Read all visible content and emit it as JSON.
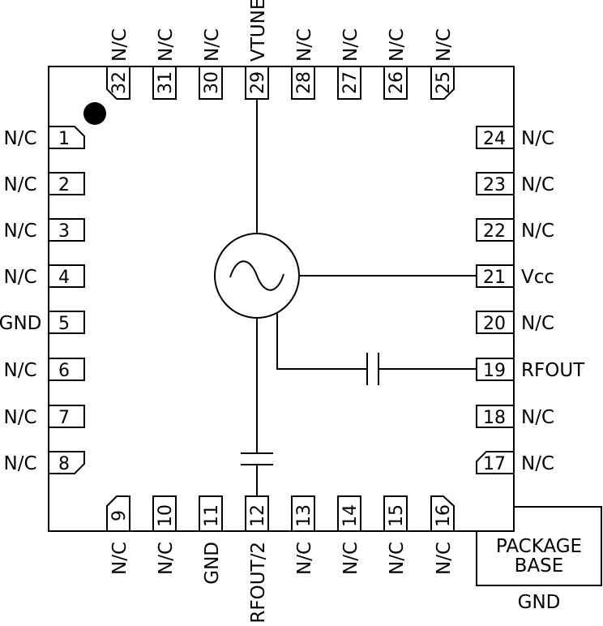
{
  "package": {
    "body_label": "PACKAGE\nBASE",
    "body_label_line1": "PACKAGE",
    "body_label_line2": "BASE",
    "ground_label": "GND"
  },
  "pins": {
    "left": [
      {
        "num": "1",
        "label": "N/C"
      },
      {
        "num": "2",
        "label": "N/C"
      },
      {
        "num": "3",
        "label": "N/C"
      },
      {
        "num": "4",
        "label": "N/C"
      },
      {
        "num": "5",
        "label": "GND"
      },
      {
        "num": "6",
        "label": "N/C"
      },
      {
        "num": "7",
        "label": "N/C"
      },
      {
        "num": "8",
        "label": "N/C"
      }
    ],
    "bottom": [
      {
        "num": "9",
        "label": "N/C"
      },
      {
        "num": "10",
        "label": "N/C"
      },
      {
        "num": "11",
        "label": "GND"
      },
      {
        "num": "12",
        "label": "RFOUT/2"
      },
      {
        "num": "13",
        "label": "N/C"
      },
      {
        "num": "14",
        "label": "N/C"
      },
      {
        "num": "15",
        "label": "N/C"
      },
      {
        "num": "16",
        "label": "N/C"
      }
    ],
    "right": [
      {
        "num": "17",
        "label": "N/C"
      },
      {
        "num": "18",
        "label": "N/C"
      },
      {
        "num": "19",
        "label": "RFOUT"
      },
      {
        "num": "20",
        "label": "N/C"
      },
      {
        "num": "21",
        "label": "Vcc"
      },
      {
        "num": "22",
        "label": "N/C"
      },
      {
        "num": "23",
        "label": "N/C"
      },
      {
        "num": "24",
        "label": "N/C"
      }
    ],
    "top": [
      {
        "num": "25",
        "label": "N/C"
      },
      {
        "num": "26",
        "label": "N/C"
      },
      {
        "num": "27",
        "label": "N/C"
      },
      {
        "num": "28",
        "label": "N/C"
      },
      {
        "num": "29",
        "label": "VTUNE"
      },
      {
        "num": "30",
        "label": "N/C"
      },
      {
        "num": "31",
        "label": "N/C"
      },
      {
        "num": "32",
        "label": "N/C"
      }
    ]
  }
}
